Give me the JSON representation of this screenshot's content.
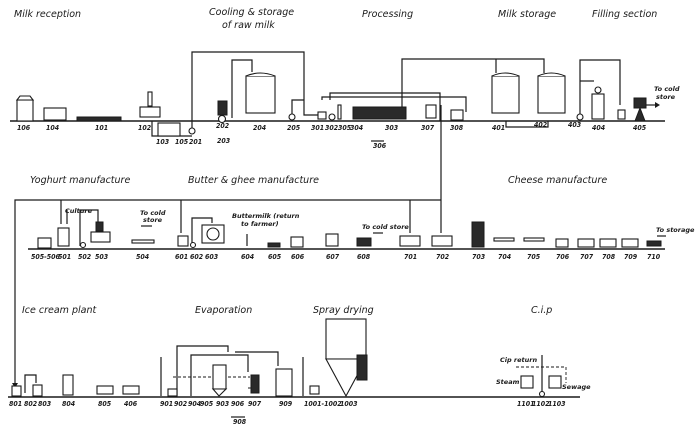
{
  "diagram": {
    "title": "Dairy plant process flow layout",
    "line_color": "#1a1a1a",
    "background": "#ffffff"
  },
  "sections": {
    "milk_reception": "Milk reception",
    "cooling_storage_line1": "Cooling & storage",
    "cooling_storage_line2": "of raw milk",
    "processing": "Processing",
    "milk_storage": "Milk storage",
    "filling_section": "Filling section",
    "yoghurt": "Yoghurt manufacture",
    "butter_ghee": "Butter & ghee manufacture",
    "cheese": "Cheese manufacture",
    "ice_cream": "Ice cream plant",
    "evaporation": "Evaporation",
    "spray_drying": "Spray drying",
    "cip": "C.i.p"
  },
  "notes": {
    "to_cold_store_1_line1": "To cold",
    "to_cold_store_1_line2": "store",
    "culture": "Culture",
    "to_cold_store_2_line1": "To cold",
    "to_cold_store_2_line2": "store",
    "buttermilk_line1": "Buttermilk (return",
    "buttermilk_line2": "to farmer)",
    "to_cold_store_3": "To cold store",
    "to_storage": "To storage",
    "cip_return": "Cip return",
    "steam": "Steam",
    "sewage": "Sewage"
  },
  "row1_labels": [
    "106",
    "104",
    "101",
    "102",
    "103",
    "105",
    "201",
    "202",
    "203",
    "204",
    "205",
    "301",
    "302",
    "305",
    "304",
    "303",
    "306",
    "307",
    "308",
    "401",
    "402",
    "403",
    "404",
    "405"
  ],
  "row2_labels": [
    "505-506",
    "501",
    "502",
    "503",
    "504",
    "601",
    "602",
    "603",
    "604",
    "605",
    "606",
    "607",
    "608",
    "701",
    "702",
    "703",
    "704",
    "705",
    "706",
    "707",
    "708",
    "709",
    "710"
  ],
  "row3_labels": [
    "801",
    "802",
    "803",
    "804",
    "805",
    "406",
    "901",
    "902",
    "904",
    "905",
    "903",
    "906",
    "907",
    "908",
    "909",
    "1001-1002",
    "1003",
    "1101",
    "1102",
    "1103"
  ]
}
